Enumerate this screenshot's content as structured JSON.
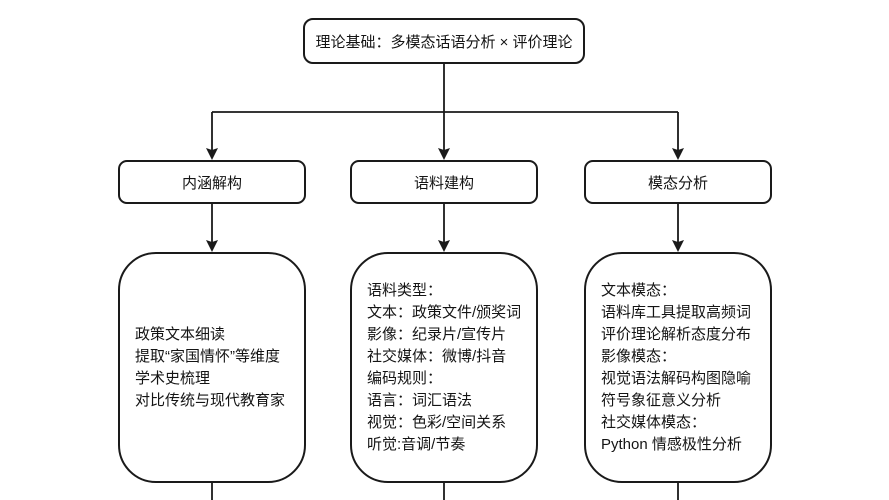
{
  "diagram": {
    "root": {
      "label": "理论基础：多模态话语分析 × 评价理论"
    },
    "branches": [
      {
        "label": "内涵解构",
        "details": [
          "政策文本细读",
          "提取“家国情怀”等维度",
          "学术史梳理",
          "对比传统与现代教育家"
        ]
      },
      {
        "label": "语料建构",
        "details": [
          "语料类型：",
          "文本：政策文件/颁奖词",
          "影像：纪录片/宣传片",
          "社交媒体：微博/抖音",
          "编码规则：",
          "语言：词汇语法",
          "视觉：色彩/空间关系",
          "听觉:音调/节奏"
        ]
      },
      {
        "label": "模态分析",
        "details": [
          "文本模态：",
          "语料库工具提取高频词",
          "评价理论解析态度分布",
          "影像模态：",
          "视觉语法解码构图隐喻",
          "符号象征意义分析",
          "社交媒体模态：",
          "Python 情感极性分析"
        ]
      }
    ],
    "colors": {
      "stroke": "#1a1a1a",
      "background": "#ffffff",
      "text": "#141414"
    }
  }
}
